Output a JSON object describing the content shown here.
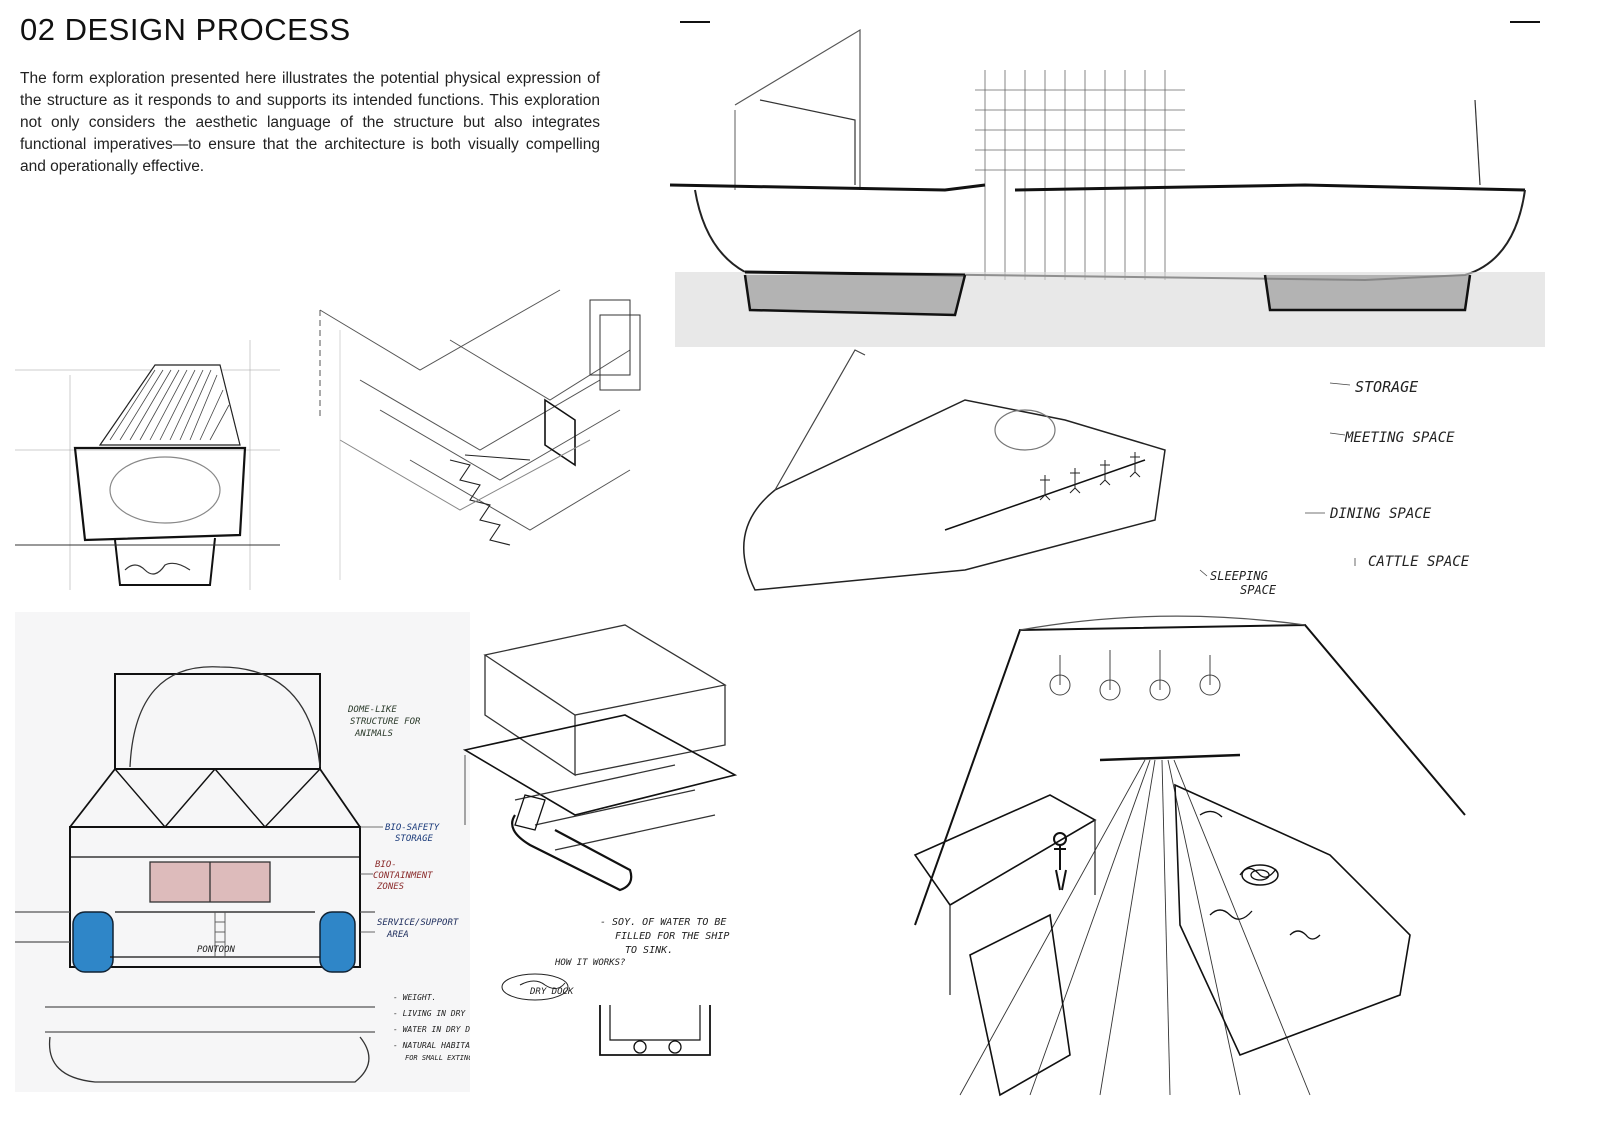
{
  "page": {
    "title": "02 DESIGN PROCESS",
    "intro": "The form exploration presented here illustrates the potential physical expression of the structure as it responds to and supports its intended functions. This exploration not only considers the aesthetic language of the structure but also integrates functional imperatives—to ensure that the architecture is both visually compelling and operationally effective."
  },
  "sketches": {
    "ship_section": {
      "labels": {
        "storage": "STORAGE",
        "meeting": "MEETING SPACE",
        "dining": "DINING SPACE",
        "cattle": "CATTLE SPACE",
        "sleeping_1": "SLEEPING",
        "sleeping_2": "SPACE"
      }
    },
    "dome_section": {
      "labels": {
        "dome_1": "DOME-LIKE",
        "dome_2": "STRUCTURE FOR",
        "dome_3": "ANIMALS",
        "biosafety_1": "BIO-SAFETY",
        "biosafety_2": "STORAGE",
        "biocont_1": "BIO-",
        "biocont_2": "CONTAINMENT",
        "biocont_3": "ZONES",
        "service_1": "SERVICE/SUPPORT",
        "service_2": "AREA",
        "pontoon": "PONTOON",
        "note_1": "- WEIGHT.",
        "note_2": "- LIVING IN DRY DOCK",
        "note_3": "- WATER IN DRY DOCK",
        "note_4": "- NATURAL HABITAT.",
        "note_5": "FOR SMALL EXTINCT ANIMALS.",
        "question": "HOW IT WORKS?"
      }
    },
    "dry_dock": {
      "labels": {
        "water_1": "- SOY. OF WATER TO BE",
        "water_2": "FILLED FOR THE SHIP",
        "water_3": "TO SINK."
      }
    }
  },
  "colors": {
    "ink": "#1e1e1e",
    "pencil": "#5a5a5a",
    "water_blue": "#2f86c8",
    "containment_red": "#c98a8a"
  }
}
